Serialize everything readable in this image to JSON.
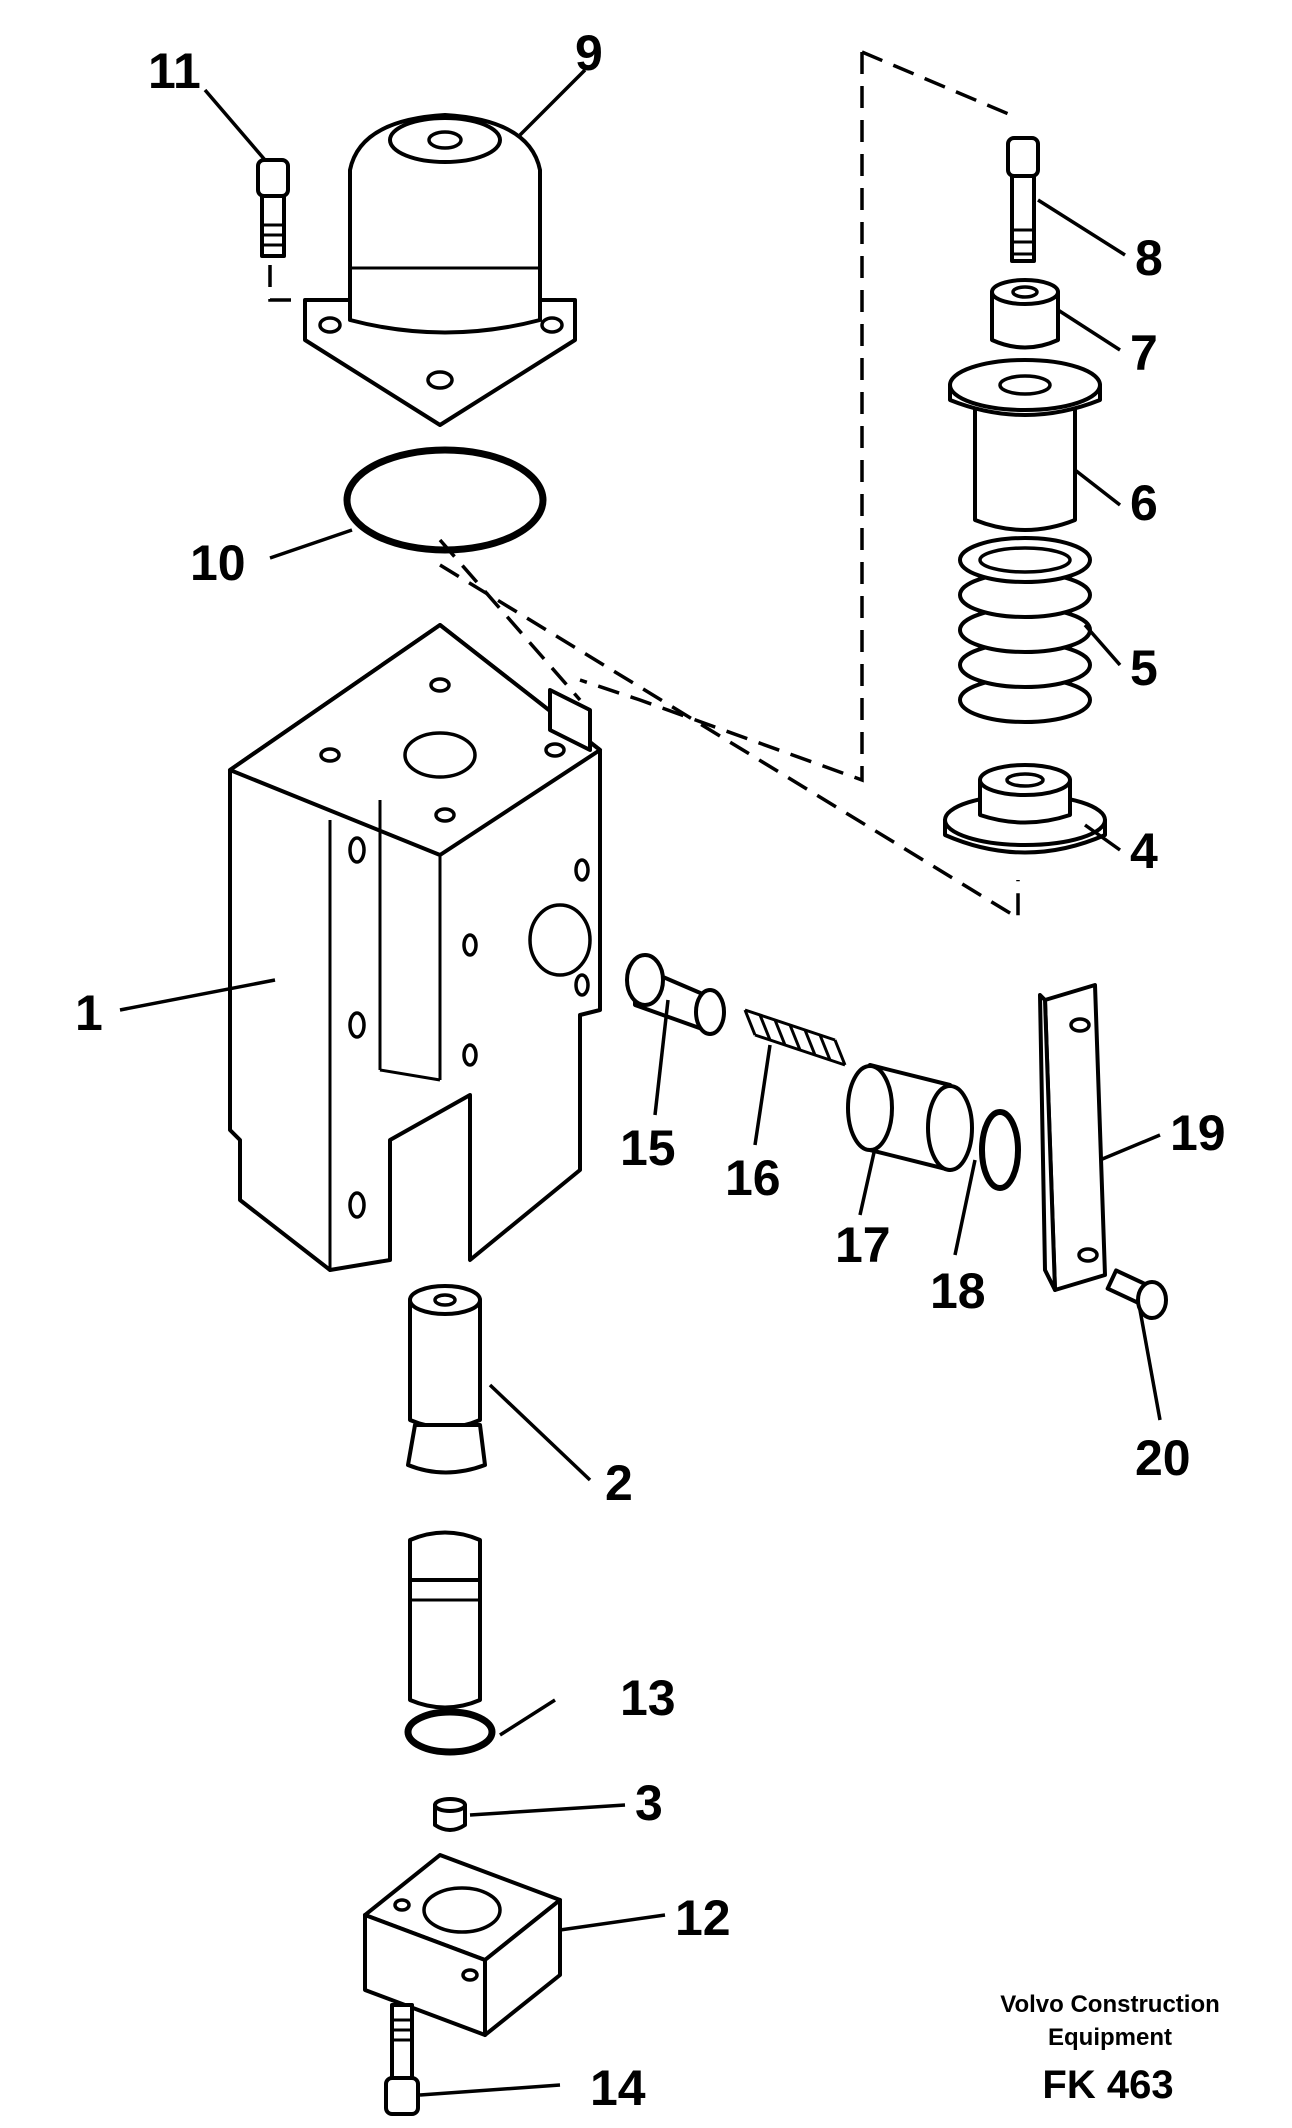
{
  "callouts": [
    "1",
    "2",
    "3",
    "4",
    "5",
    "6",
    "7",
    "8",
    "9",
    "10",
    "11",
    "12",
    "13",
    "14",
    "15",
    "16",
    "17",
    "18",
    "19",
    "20"
  ],
  "caption": {
    "line1": "Volvo Construction",
    "line2": "Equipment",
    "code": "FK 463"
  }
}
